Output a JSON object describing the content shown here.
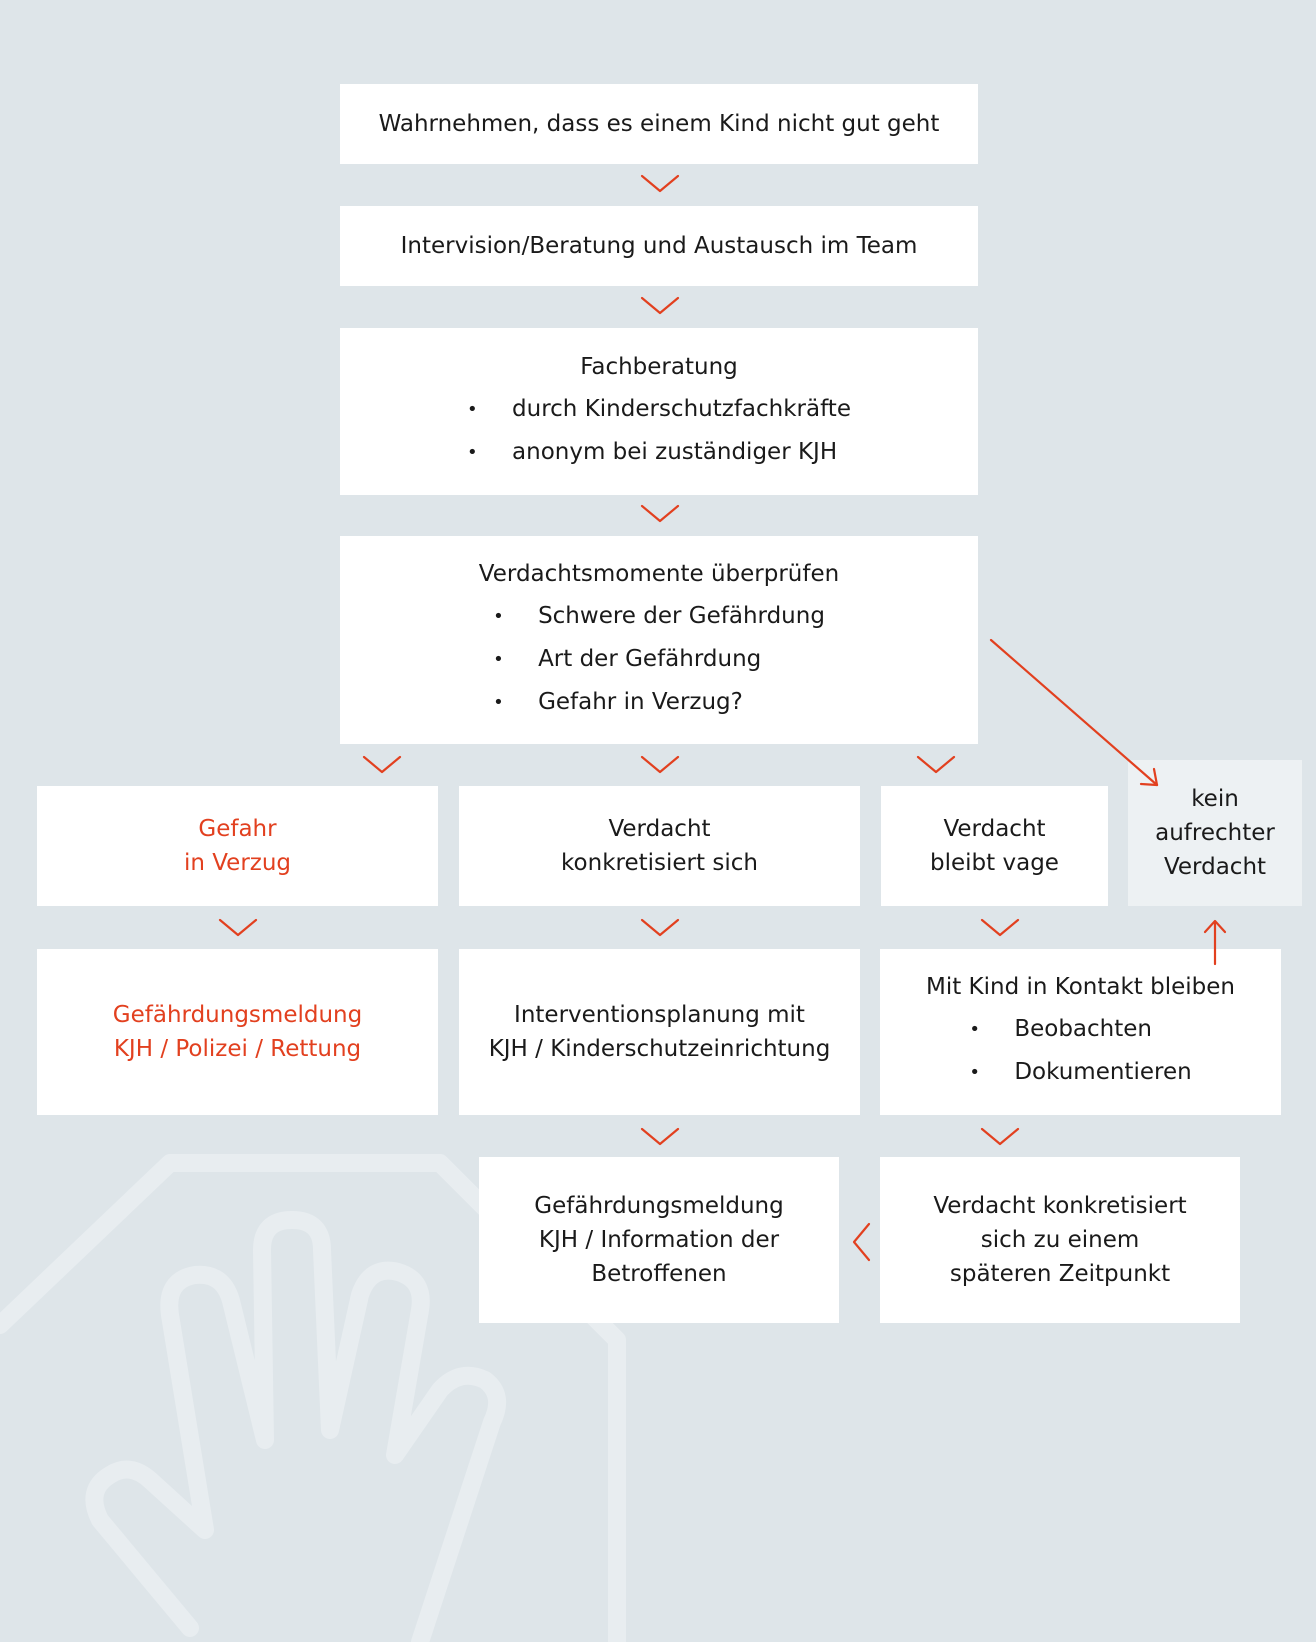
{
  "nodes": {
    "wahrnehmen": {
      "text": "Wahrnehmen, dass es einem Kind nicht gut geht"
    },
    "intervision": {
      "text": "Intervision/Beratung und Austausch im Team"
    },
    "fachberatung": {
      "title": "Fachberatung",
      "bullets": [
        "durch Kinderschutzfachkräfte",
        "anonym bei zuständiger KJH"
      ]
    },
    "verdachtsmomente": {
      "title": "Verdachtsmomente überprüfen",
      "bullets": [
        "Schwere der Gefährdung",
        "Art der Gefährdung",
        "Gefahr in Verzug?"
      ]
    },
    "gefahr": {
      "lines": [
        "Gefahr",
        "in Verzug"
      ]
    },
    "konkretisiert": {
      "lines": [
        "Verdacht",
        "konkretisiert sich"
      ]
    },
    "vage": {
      "lines": [
        "Verdacht",
        "bleibt vage"
      ]
    },
    "kein_verdacht": {
      "lines": [
        "kein",
        "aufrechter",
        "Verdacht"
      ]
    },
    "gefaehrdungsmeldung_red": {
      "lines": [
        "Gefährdungsmeldung",
        "KJH / Polizei / Rettung"
      ]
    },
    "interventionsplanung": {
      "lines": [
        "Interventionsplanung mit",
        "KJH / Kinderschutzeinrichtung"
      ]
    },
    "kontakt": {
      "title": "Mit Kind in Kontakt bleiben",
      "bullets": [
        "Beobachten",
        "Dokumentieren"
      ]
    },
    "gefaehrdungsmeldung_info": {
      "lines": [
        "Gefährdungsmeldung",
        "KJH / Information der",
        "Betroffenen"
      ]
    },
    "spaeter": {
      "lines": [
        "Verdacht konkretisiert",
        "sich zu einem",
        "späteren Zeitpunkt"
      ]
    }
  },
  "colors": {
    "accent": "#e2401f",
    "background": "#dee5e9",
    "box": "#ffffff",
    "box_muted": "#edf1f3",
    "watermark": "#e8edf0"
  },
  "icons": {
    "background_watermark": "stop-hand-icon"
  }
}
